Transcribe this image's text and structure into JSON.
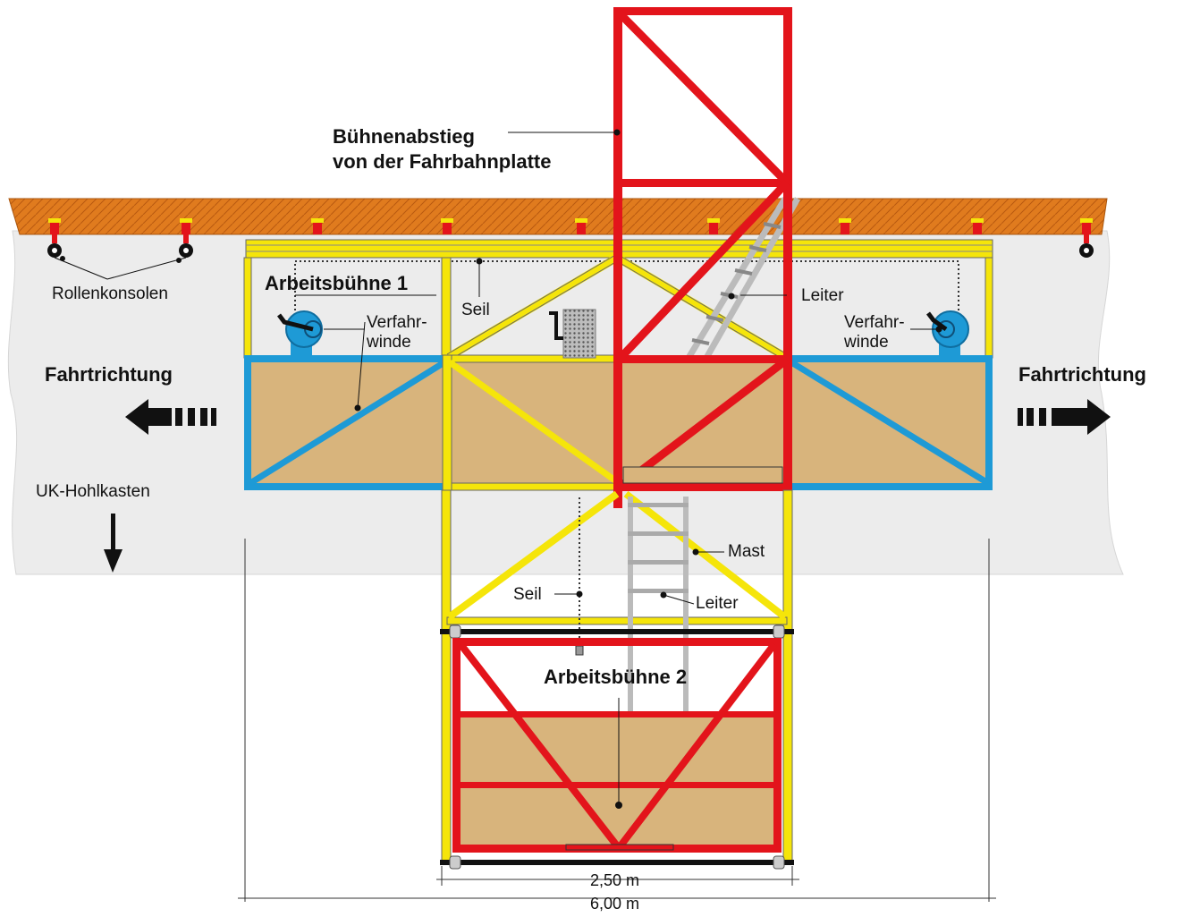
{
  "labels": {
    "descent_line1": "Bühnenabstieg",
    "descent_line2": "von der Fahrbahnplatte",
    "roller_consoles": "Rollenkonsolen",
    "platform1": "Arbeitsbühne 1",
    "rope_top": "Seil",
    "winch_left_1": "Verfahr-",
    "winch_left_2": "winde",
    "winch_right_1": "Verfahr-",
    "winch_right_2": "winde",
    "ladder_top": "Leiter",
    "direction_left": "Fahrtrichtung",
    "direction_right": "Fahrtrichtung",
    "box_girder": "UK-Hohlkasten",
    "mast": "Mast",
    "rope_bottom": "Seil",
    "ladder_bottom": "Leiter",
    "platform2": "Arbeitsbühne 2",
    "dim_inner": "2,50 m",
    "dim_outer": "6,00 m"
  },
  "colors": {
    "deck": "#e07b1e",
    "frame_yellow": "#f5e50a",
    "frame_red": "#e3141b",
    "frame_blue": "#1e9ad6",
    "platform_fill": "#d8b47c",
    "box_girder_fill": "#ebebeb"
  },
  "icons": {
    "arrow_left": "arrow-left-icon",
    "arrow_right": "arrow-right-icon",
    "arrow_down": "arrow-down-icon",
    "winch": "winch-icon",
    "bucket": "bucket-icon"
  }
}
